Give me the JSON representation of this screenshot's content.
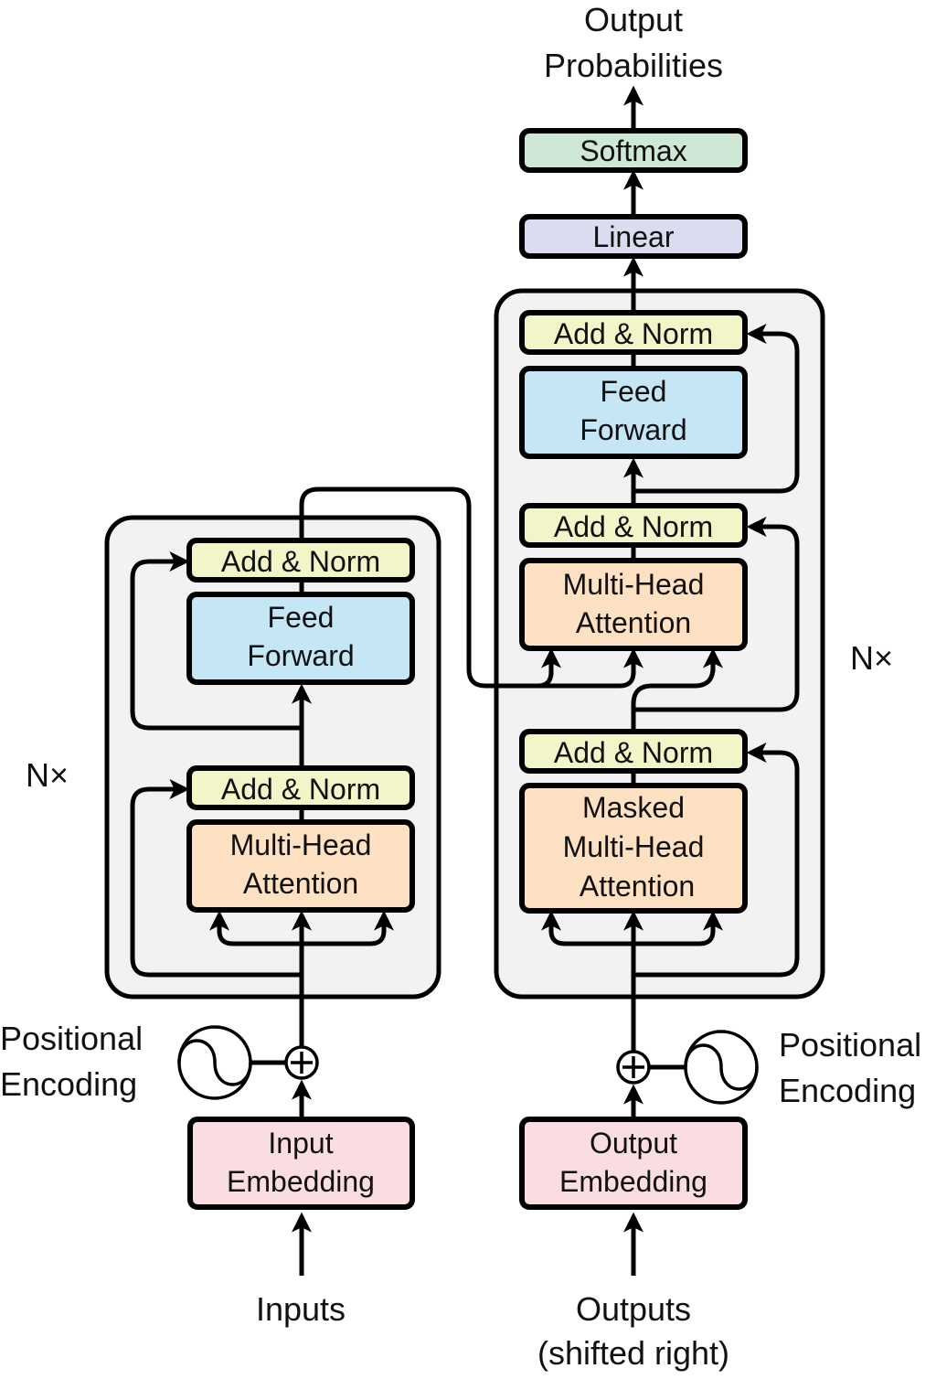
{
  "title": "Transformer model architecture",
  "colors": {
    "softmax": "#cfe8d5",
    "linear": "#dcdcf0",
    "add_norm": "#f2f5c8",
    "feed_forward": "#c5e6f5",
    "attention": "#fde1c2",
    "embedding": "#f9dde0",
    "stack_bg": "#f2f2f2"
  },
  "top": {
    "output_probabilities": [
      "Output",
      "Probabilities"
    ],
    "softmax": "Softmax",
    "linear": "Linear"
  },
  "encoder": {
    "repeat_label": "N×",
    "add_norm_top": "Add & Norm",
    "feed_forward": [
      "Feed",
      "Forward"
    ],
    "add_norm_bottom": "Add & Norm",
    "attention": [
      "Multi-Head",
      "Attention"
    ],
    "positional_encoding": [
      "Positional",
      "Encoding"
    ],
    "embedding": [
      "Input",
      "Embedding"
    ],
    "input_label": "Inputs"
  },
  "decoder": {
    "repeat_label": "N×",
    "add_norm_top": "Add & Norm",
    "feed_forward": [
      "Feed",
      "Forward"
    ],
    "add_norm_mid": "Add & Norm",
    "cross_attention": [
      "Multi-Head",
      "Attention"
    ],
    "add_norm_bottom": "Add & Norm",
    "masked_attention": [
      "Masked",
      "Multi-Head",
      "Attention"
    ],
    "positional_encoding": [
      "Positional",
      "Encoding"
    ],
    "embedding": [
      "Output",
      "Embedding"
    ],
    "output_label": [
      "Outputs",
      "(shifted right)"
    ]
  }
}
